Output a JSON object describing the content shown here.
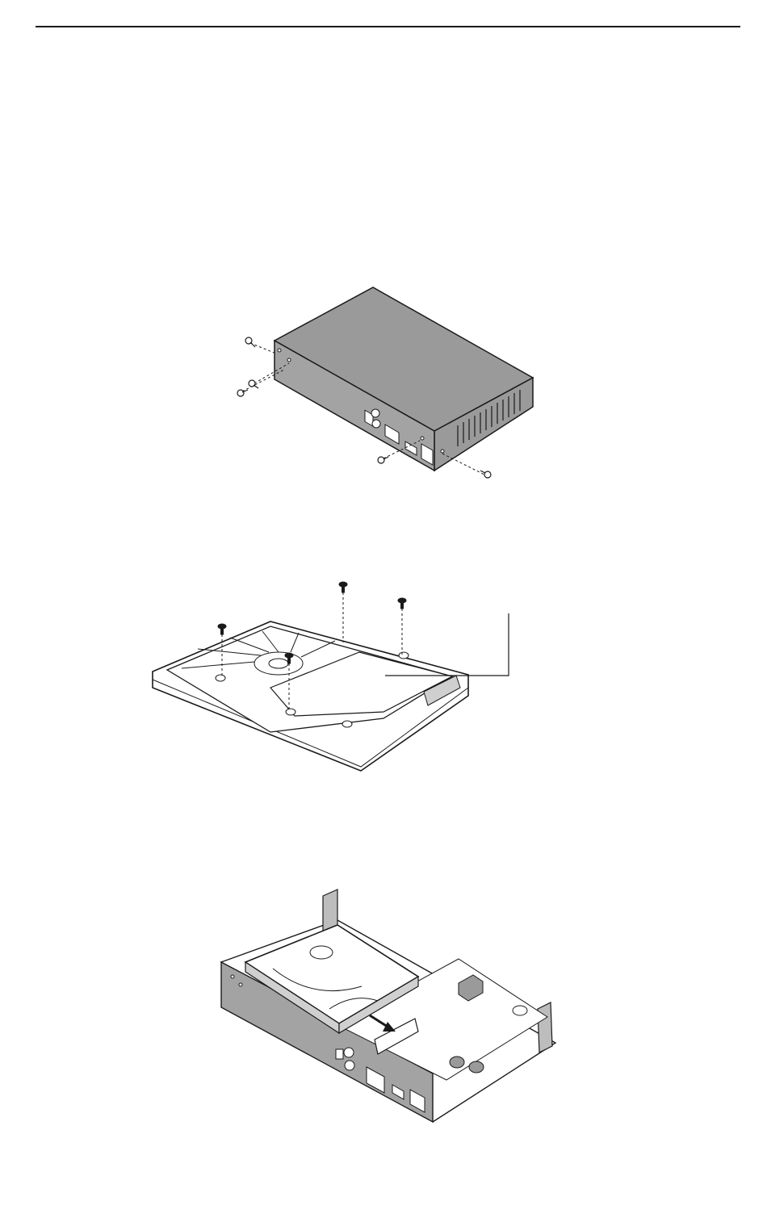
{
  "page": {
    "figures": [
      {
        "id": "remove-cover-screws",
        "icon": "enclosure-with-screws-icon"
      },
      {
        "id": "hdd-bracket-screws",
        "icon": "hard-drive-bracket-icon"
      },
      {
        "id": "hdd-install-chassis",
        "icon": "chassis-with-hard-drive-icon"
      }
    ],
    "colors": {
      "ink": "#1a1a1a",
      "panel_gray": "#9a9a9a",
      "light_gray": "#c8c8c8"
    }
  }
}
